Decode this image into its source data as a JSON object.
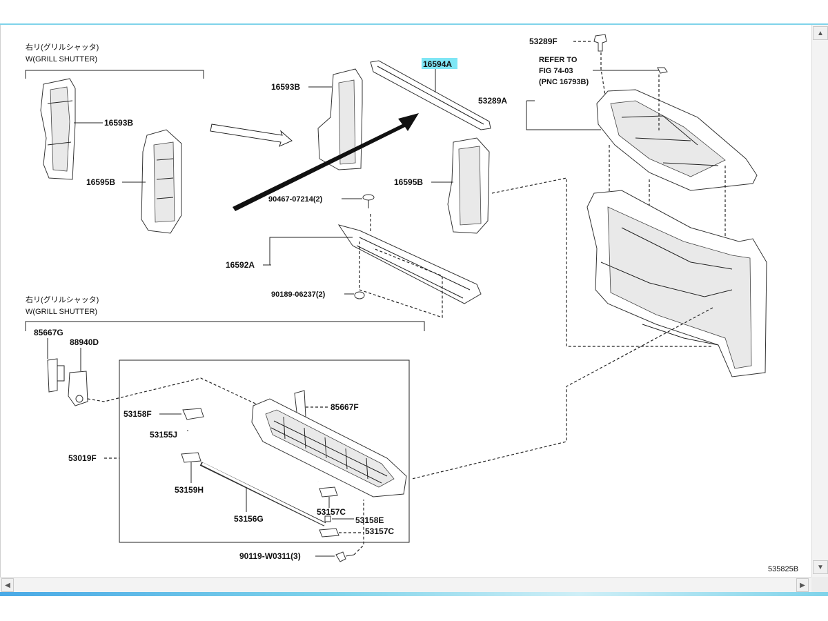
{
  "groups": {
    "top_left_jp": "右リ(グリルシャッタ)",
    "top_left_en": "W(GRILL SHUTTER)",
    "bottom_left_jp": "右リ(グリルシャッタ)",
    "bottom_left_en": "W(GRILL SHUTTER)"
  },
  "refer": {
    "line1": "REFER TO",
    "line2": "FIG 74-03",
    "line3": "(PNC 16793B)"
  },
  "labels": {
    "p16593B_a": "16593B",
    "p16595B_a": "16595B",
    "p16593B_b": "16593B",
    "p16594A": "16594A",
    "p16595B_b": "16595B",
    "p90467": "90467-07214(2)",
    "p16592A": "16592A",
    "p90189": "90189-06237(2)",
    "p53289F": "53289F",
    "p53289A": "53289A",
    "p85667G": "85667G",
    "p88940D": "88940D",
    "p85667F": "85667F",
    "p53158F": "53158F",
    "p53155J": "53155J",
    "p53019F": "53019F",
    "p53159H": "53159H",
    "p53156G": "53156G",
    "p53157C_a": "53157C",
    "p53158E": "53158E",
    "p53157C_b": "53157C",
    "p90119": "90119-W0311(3)",
    "figure_code": "535825B"
  },
  "highlight_color": "#7fe6f5",
  "scrollbar": {
    "up": "▲",
    "down": "▼",
    "left": "◀",
    "right": "▶"
  }
}
